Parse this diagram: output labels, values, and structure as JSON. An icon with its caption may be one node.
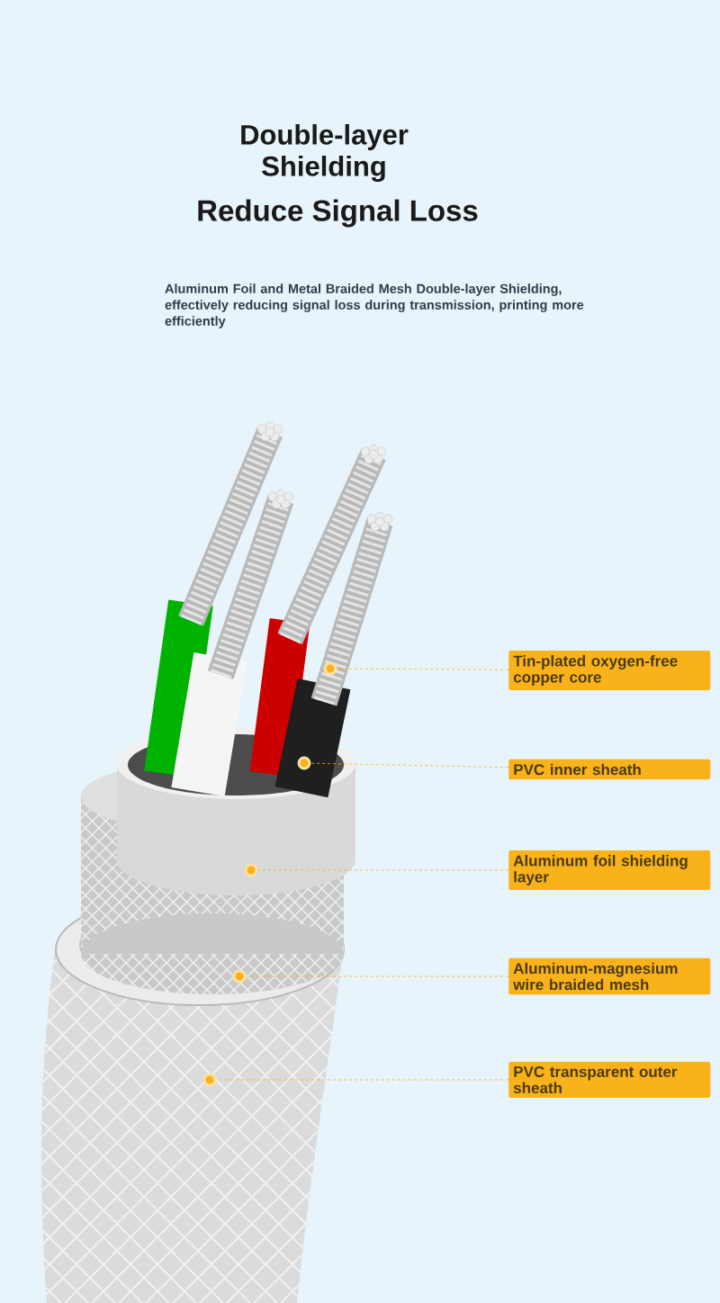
{
  "diagram": {
    "title": "Double-layer Shielding",
    "nodes": [
      {
        "text": [
          "Tin-plated oxygen-free copper core"
        ]
      },
      {
        "text": [
          "PVC inner sheath"
        ]
      },
      {
        "text": [
          "Aluminum foil shielding layer"
        ]
      },
      {
        "text": [
          "Aluminum-magnesium wire braided mesh"
        ]
      },
      {
        "text": [
          "PVC transparent outer sheath"
        ]
      },
      {
        "text": [],
        "shape": "circle"
      },
      {
        "text": [],
        "shape": "circle"
      },
      {
        "text": [],
        "shape": "circle"
      },
      {
        "text": [],
        "shape": "circle"
      },
      {
        "text": [],
        "shape": "circle"
      }
    ],
    "edges": [
      {
        "from": 0,
        "to": 5,
        "arrow": "none",
        "style": "dashed"
      },
      {
        "from": 1,
        "to": 6,
        "arrow": "none",
        "style": "dashed"
      },
      {
        "from": 2,
        "to": 7,
        "arrow": "none",
        "style": "dashed"
      },
      {
        "from": 3,
        "to": 8,
        "arrow": "none",
        "style": "dashed"
      },
      {
        "from": 4,
        "to": 9,
        "arrow": "none",
        "style": "dashed"
      }
    ],
    "labels": [
      "Reduce Signal Loss",
      "Aluminum Foil and Metal Braided Mesh Double-layer Shielding, effectively reducing signal loss during transmission, printing more efficiently"
    ]
  }
}
